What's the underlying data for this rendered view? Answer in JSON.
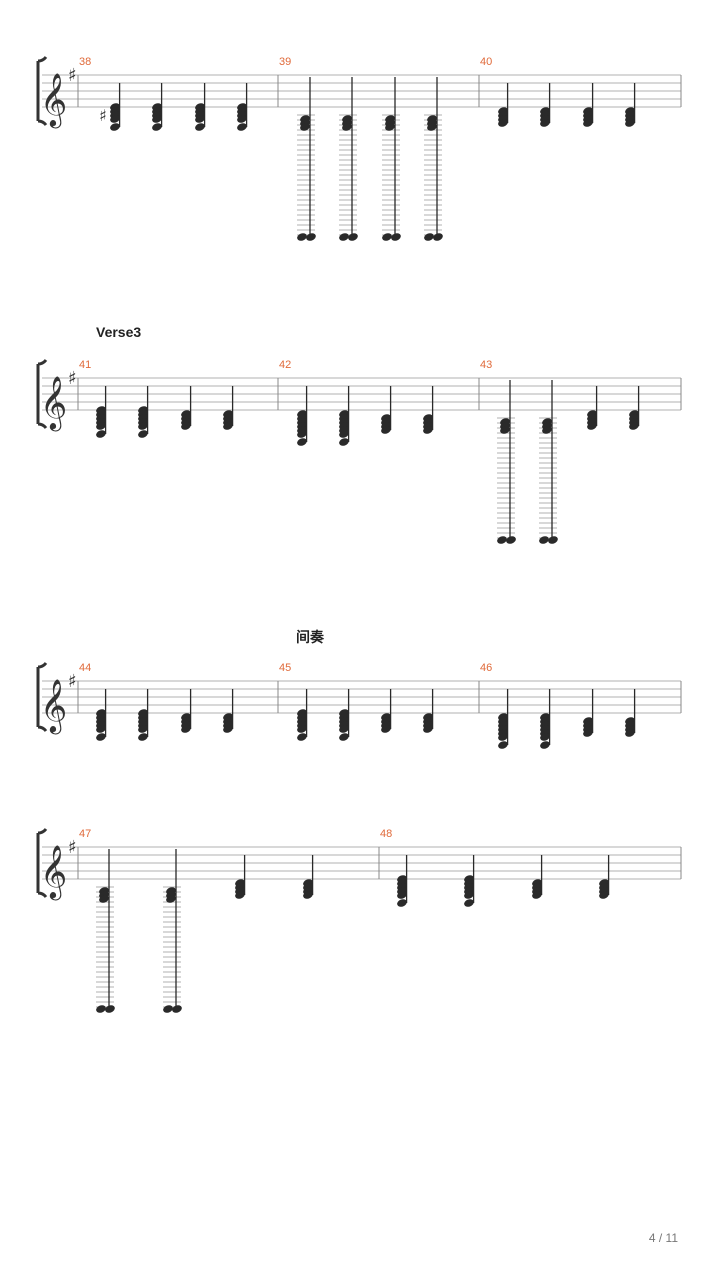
{
  "page_number": "4 / 11",
  "sections": [
    "Verse3",
    "间奏"
  ],
  "systems": [
    {
      "measures": [
        {
          "number": "38",
          "chords": [
            "A-sharp-chord",
            "A-chord",
            "A-chord",
            "A-chord"
          ]
        },
        {
          "number": "39",
          "chords": [
            "B-low-chord",
            "B-low-chord",
            "B-low-chord",
            "B-low-chord"
          ]
        },
        {
          "number": "40",
          "chords": [
            "C-chord",
            "C-chord",
            "C-chord",
            "C-chord"
          ]
        }
      ]
    },
    {
      "label": "Verse3",
      "measures": [
        {
          "number": "41",
          "chords": [
            "D-chord",
            "D-chord",
            "E-chord",
            "E-chord"
          ]
        },
        {
          "number": "42",
          "chords": [
            "F-chord",
            "F-chord",
            "G-chord",
            "G-chord"
          ]
        },
        {
          "number": "43",
          "chords": [
            "B-low-chord",
            "B-low-chord",
            "E-chord",
            "E-chord"
          ]
        }
      ]
    },
    {
      "label": "间奏",
      "measures": [
        {
          "number": "44",
          "chords": [
            "D-chord",
            "D-chord",
            "E-chord",
            "E-chord"
          ]
        },
        {
          "number": "45",
          "chords": [
            "D-chord",
            "D-chord",
            "E-chord",
            "E-chord"
          ]
        },
        {
          "number": "46",
          "chords": [
            "F-chord",
            "F-chord",
            "G-chord",
            "G-chord"
          ]
        }
      ]
    },
    {
      "measures": [
        {
          "number": "47",
          "chords": [
            "B-low-chord",
            "B-low-chord",
            "E-chord",
            "E-chord"
          ]
        },
        {
          "number": "48",
          "chords": [
            "D-chord",
            "D-chord",
            "E-chord",
            "E-chord"
          ]
        }
      ]
    }
  ],
  "colors": {
    "staff": "#b0b0b0",
    "measure_number": "#e06a3a",
    "notes": "#2a2a2a",
    "text": "#222222"
  }
}
